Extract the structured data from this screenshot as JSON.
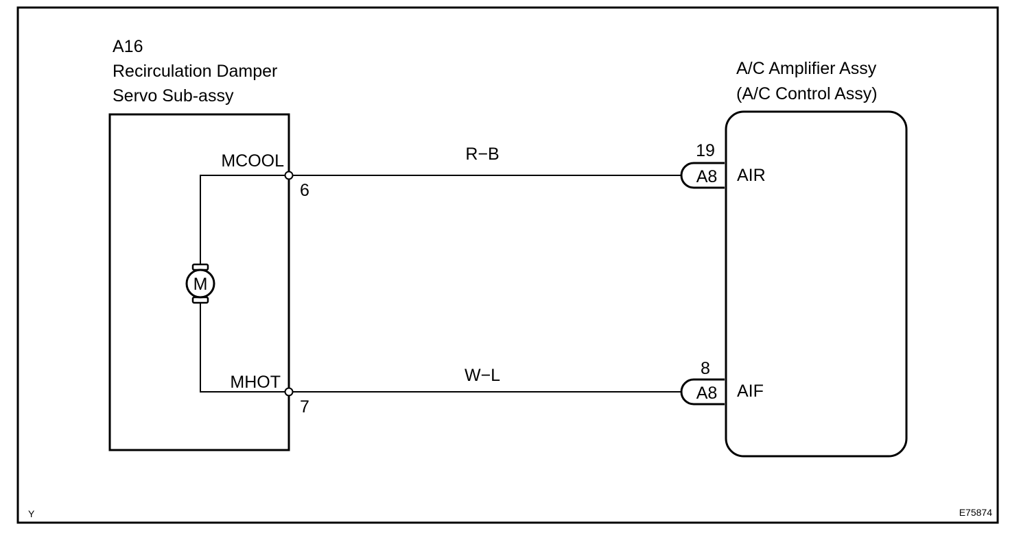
{
  "component_left": {
    "code": "A16",
    "name_line1": "Recirculation Damper",
    "name_line2": "Servo Sub-assy",
    "motor_symbol": "M"
  },
  "component_right": {
    "name_line1": "A/C Amplifier Assy",
    "name_line2": "(A/C Control Assy)"
  },
  "wires": [
    {
      "terminal_name": "MCOOL",
      "pin": "6",
      "wire_color": "R−B",
      "connector": "A8",
      "connector_pin": "19",
      "amp_terminal": "AIR"
    },
    {
      "terminal_name": "MHOT",
      "pin": "7",
      "wire_color": "W−L",
      "connector": "A8",
      "connector_pin": "8",
      "amp_terminal": "AIF"
    }
  ],
  "corner_mark": "Y",
  "figure_id": "E75874"
}
